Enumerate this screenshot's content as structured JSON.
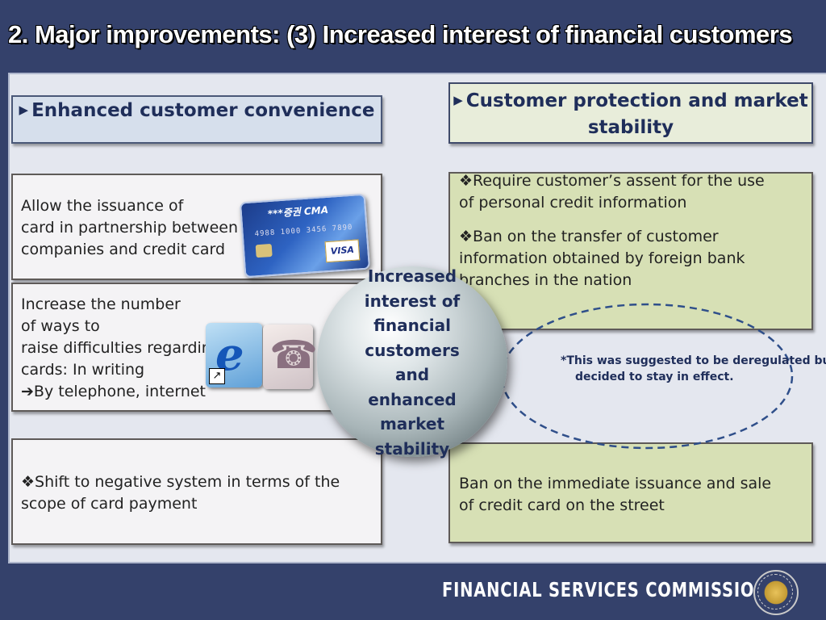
{
  "title": "2. Major improvements: (3) Increased interest of financial customers",
  "left": {
    "header": "Enhanced customer convenience",
    "box1": [
      "Allow the issuance of",
      "card in partnership between",
      "companies and credit card"
    ],
    "box2": [
      "Increase the number",
      "of ways to",
      "raise difficulties regarding",
      "cards: In writing",
      "➔By telephone, internet"
    ],
    "box3": [
      "❖Shift to negative system in terms of the",
      "scope of card payment"
    ]
  },
  "right": {
    "header": "Customer protection and market stability",
    "box1": [
      "❖Require customer’s assent for the use",
      "of personal credit information",
      "❖Ban on the transfer of customer",
      "information obtained by foreign bank",
      "branches in the nation"
    ],
    "note": [
      "*This was suggested to be deregulated but",
      "decided to stay in effect."
    ],
    "box2": [
      "Ban on the immediate issuance and sale",
      "of credit card on the street"
    ]
  },
  "center": {
    "lines": [
      "Increased",
      "interest of",
      "financial",
      "customers",
      "and",
      "enhanced",
      "market",
      "stability"
    ]
  },
  "card_image": {
    "brand": "***증권 CMA",
    "numbers": "4988 1000 3456 7890",
    "network": "VISA"
  },
  "footer": {
    "brand": "FINANCIAL SERVICES COMMISSION"
  },
  "colors": {
    "background": "#34416b",
    "panel": "#e4e7ef",
    "green_box": "#d7e0b5",
    "heading_text": "#1f2e5a",
    "dash_ellipse": "#2f4f8a"
  }
}
